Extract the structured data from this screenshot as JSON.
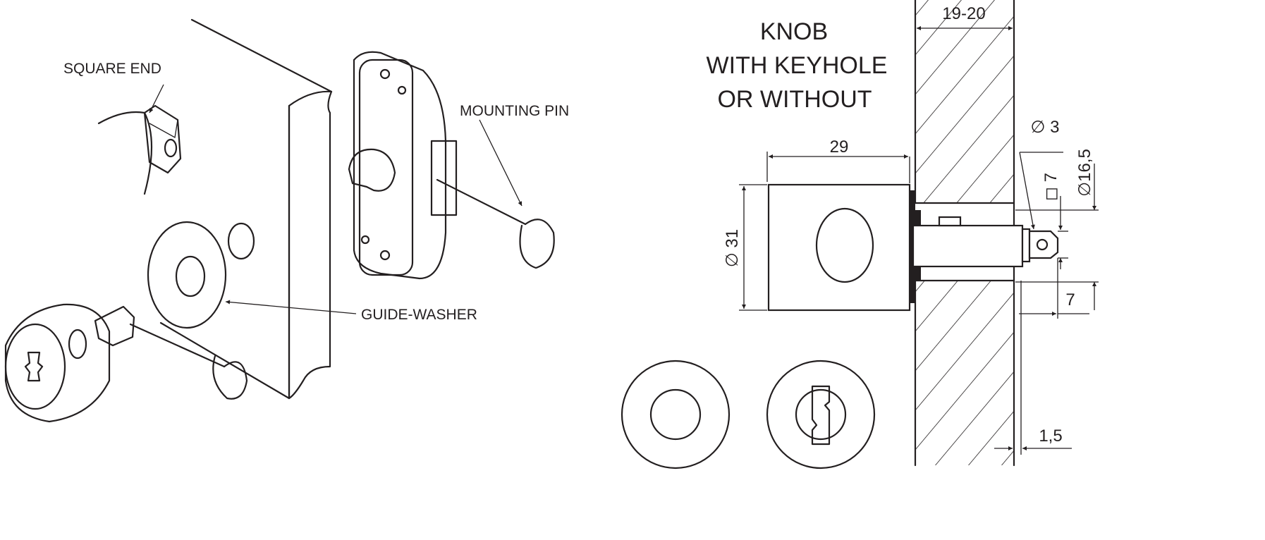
{
  "colors": {
    "ink": "#231f20",
    "background": "#ffffff"
  },
  "left_view": {
    "labels": {
      "square_end": "SQUARE END",
      "mounting_pin": "MOUNTING PIN",
      "guide_washer": "GUIDE-WASHER"
    }
  },
  "right_view": {
    "title": [
      "KNOB",
      "WITH KEYHOLE",
      "OR WITHOUT"
    ],
    "dimensions": {
      "door_thickness": "19-20",
      "knob_length": "29",
      "knob_diameter": "∅ 31",
      "pin_diameter": "∅ 3",
      "square_size": "◻ 7",
      "hole_diameter": "∅16,5",
      "tip_length": "7",
      "washer_thickness": "1,5"
    }
  }
}
